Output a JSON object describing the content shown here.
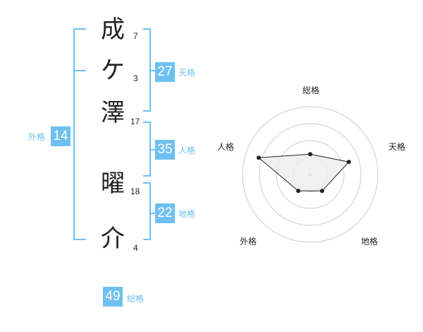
{
  "name": {
    "chars": [
      {
        "char": "成",
        "strokes": "7"
      },
      {
        "char": "ケ",
        "strokes": "3"
      },
      {
        "char": "澤",
        "strokes": "17"
      },
      {
        "char": "曜",
        "strokes": "18"
      },
      {
        "char": "介",
        "strokes": "4"
      }
    ]
  },
  "fortunes": {
    "tenkaku": {
      "value": "27",
      "label": "天格"
    },
    "jinkaku": {
      "value": "35",
      "label": "人格"
    },
    "chikaku": {
      "value": "22",
      "label": "地格"
    },
    "gaikaku": {
      "value": "14",
      "label": "外格"
    },
    "soukaku": {
      "value": "49",
      "label": "総格"
    }
  },
  "chart_data": {
    "type": "radar",
    "axes": [
      "総格",
      "天格",
      "地格",
      "外格",
      "人格"
    ],
    "values": [
      1.5,
      3,
      1.5,
      1.5,
      4
    ],
    "max": 5,
    "rings": 4,
    "colors": {
      "ring": "#cccccc",
      "fill": "#eeeeee",
      "line": "#222222",
      "point": "#222222",
      "center": "#bbbbbb"
    }
  },
  "colors": {
    "accent": "#6ec0f0",
    "text": "#222222"
  }
}
